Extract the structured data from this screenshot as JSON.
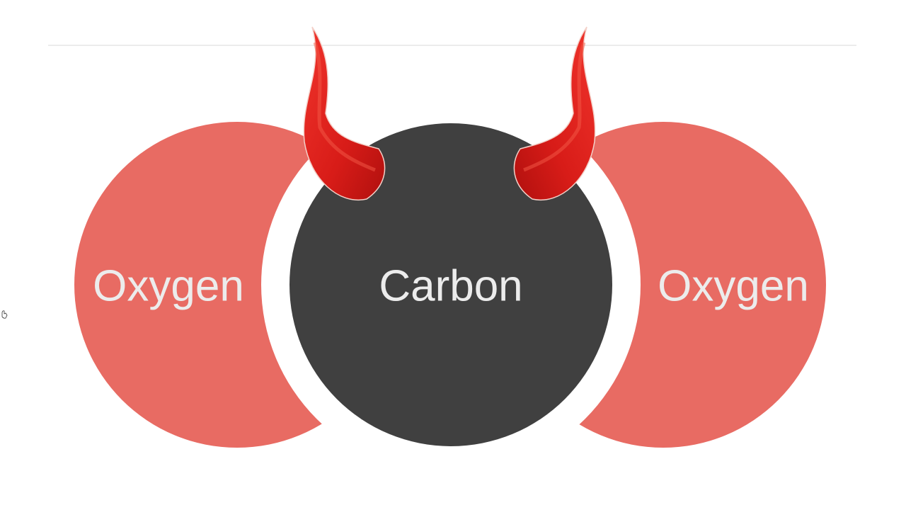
{
  "diagram": {
    "atoms": [
      {
        "label": "Oxygen",
        "color": "#e86b63"
      },
      {
        "label": "Carbon",
        "color": "#404040"
      },
      {
        "label": "Oxygen",
        "color": "#e86b63"
      }
    ],
    "horn_color": "#e0201c",
    "divider_color": "#e6e6e6",
    "icons": [
      "devil-horn-left",
      "devil-horn-right",
      "hand-cursor"
    ]
  }
}
